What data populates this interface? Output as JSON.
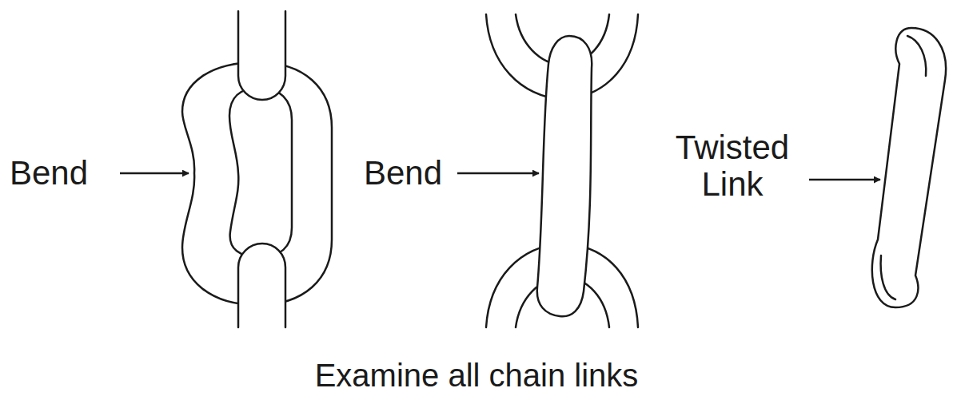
{
  "diagram": {
    "caption": "Examine all chain links",
    "labels": [
      "Bend",
      "Bend",
      "Twisted Link"
    ]
  }
}
